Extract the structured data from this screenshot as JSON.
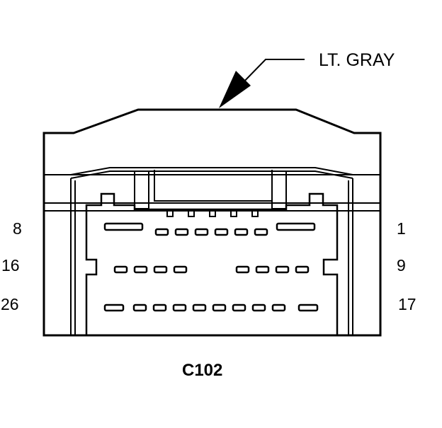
{
  "diagram": {
    "callout_label": "LT. GRAY",
    "connector_id": "C102",
    "pin_labels_left": [
      "8",
      "16",
      "26"
    ],
    "pin_labels_right": [
      "1",
      "9",
      "17"
    ],
    "colors": {
      "line": "#000000",
      "background": "#ffffff"
    }
  }
}
